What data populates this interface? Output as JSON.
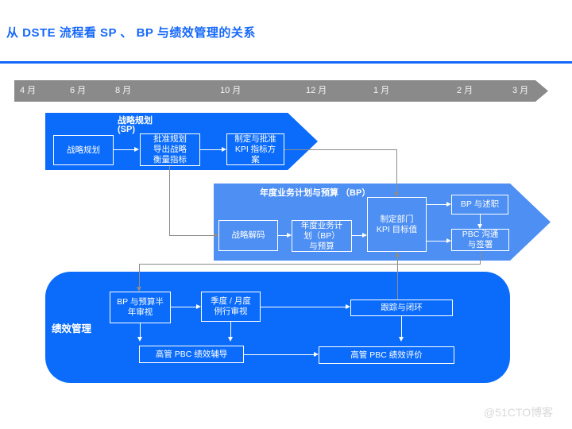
{
  "title": "从 DSTE 流程看 SP 、 BP 与绩效管理的关系",
  "timeline": {
    "months": [
      "4 月",
      "6 月",
      "8 月",
      "10 月",
      "12 月",
      "1 月",
      "2 月",
      "3 月"
    ]
  },
  "sp": {
    "label": "战略规划\n(SP)",
    "boxes": {
      "plan": "战略规划",
      "approve": "批准规划\n导出战略\n衡量指标",
      "kpi_scheme": "制定与批准\nKPI 指标方\n案"
    }
  },
  "bp": {
    "label": "年度业务计划与预算 （BP）",
    "boxes": {
      "decode": "战略解码",
      "annual_plan": "年度业务计\n划（BP）\n与预算",
      "kpi_target": "制定部门\nKPI 目标值",
      "bp_report": "BP 与述职",
      "pbc_sign": "PBC 沟通\n与签署"
    }
  },
  "perf": {
    "label": "绩效管理",
    "boxes": {
      "half_year": "BP 与预算半\n年审视",
      "quarterly": "季度 / 月度\n例行审视",
      "tracking": "跟踪与闭环",
      "coaching": "高管 PBC 绩效辅导",
      "evaluation": "高管 PBC 绩效评价"
    }
  },
  "watermark": "@51CTO博客",
  "colors": {
    "title_blue": "#1668fa",
    "primary_blue": "#0b6cfb",
    "light_blue": "#4d8ff2",
    "timeline_gray": "#8a8a8a",
    "connector_gray": "#8c8c8c",
    "watermark_gray": "#d9d9d9"
  }
}
